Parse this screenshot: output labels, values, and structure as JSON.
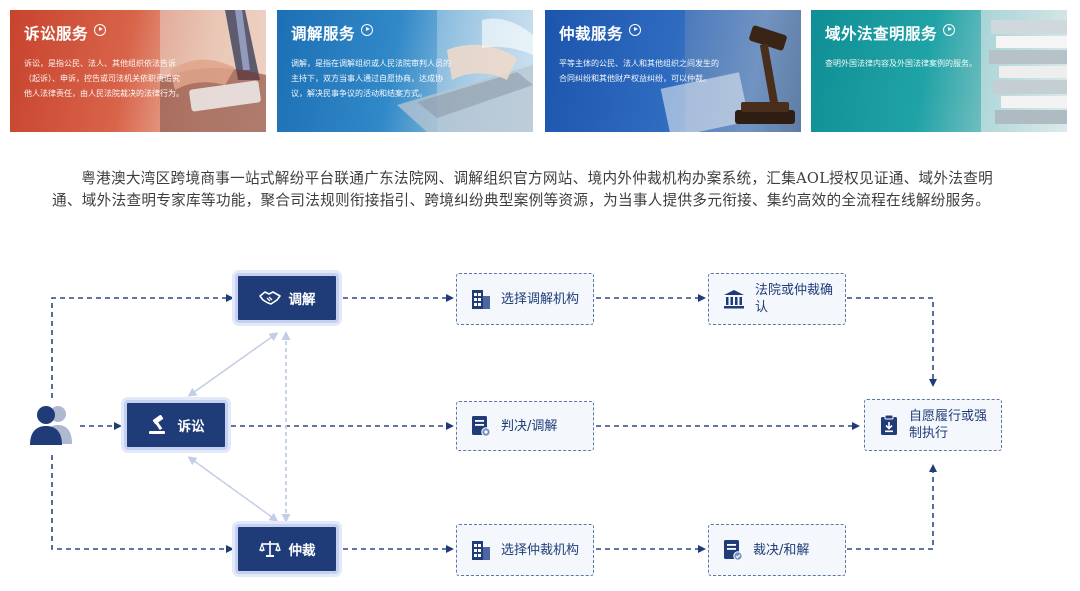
{
  "cards": [
    {
      "id": "litigation",
      "title": "诉讼服务",
      "desc": "诉讼，是指公民、法人、其他组织依法告诉（起诉）、申诉，控告或司法机关依职责追究他人法律责任，由人民法院裁决的法律行为。"
    },
    {
      "id": "mediation",
      "title": "调解服务",
      "desc": "调解，是指在调解组织或人民法院审判人员的主持下，双方当事人通过自愿协商，达成协议，解决民事争议的活动和结案方式。"
    },
    {
      "id": "arbitration",
      "title": "仲裁服务",
      "desc": "平等主体的公民、法人和其他组织之间发生的合同纠纷和其他财产权益纠纷，可以仲裁。"
    },
    {
      "id": "foreign-law",
      "title": "域外法查明服务",
      "desc": "查明外国法律内容及外国法律案例的服务。"
    }
  ],
  "intro": "粤港澳大湾区跨境商事一站式解纷平台联通广东法院网、调解组织官方网站、境内外仲裁机构办案系统，汇集AOL授权见证通、域外法查明通、域外法查明专家库等功能，聚合司法规则衔接指引、跨境纠纷典型案例等资源，为当事人提供多元衔接、集约高效的全流程在线解纷服务。",
  "diagram": {
    "start_icon": "people-icon",
    "nodes": {
      "mediation": {
        "label": "调解",
        "icon": "handshake-icon"
      },
      "litigation": {
        "label": "诉讼",
        "icon": "gavel-icon"
      },
      "arbitration": {
        "label": "仲裁",
        "icon": "scales-icon"
      },
      "select_mediation": {
        "label": "选择调解机构",
        "icon": "building-icon"
      },
      "court_confirm": {
        "label": "法院或仲裁确认",
        "icon": "courthouse-icon"
      },
      "judgment": {
        "label": "判决/调解",
        "icon": "document-icon"
      },
      "select_arbitration": {
        "label": "选择仲裁机构",
        "icon": "building-icon"
      },
      "award": {
        "label": "裁决/和解",
        "icon": "document-check-icon"
      },
      "enforce": {
        "label": "自愿履行或强制执行",
        "icon": "clipboard-icon"
      }
    },
    "colors": {
      "primary": "#1f3c78",
      "dashed": "#2d4a82",
      "light_link": "#c3cde6"
    }
  }
}
